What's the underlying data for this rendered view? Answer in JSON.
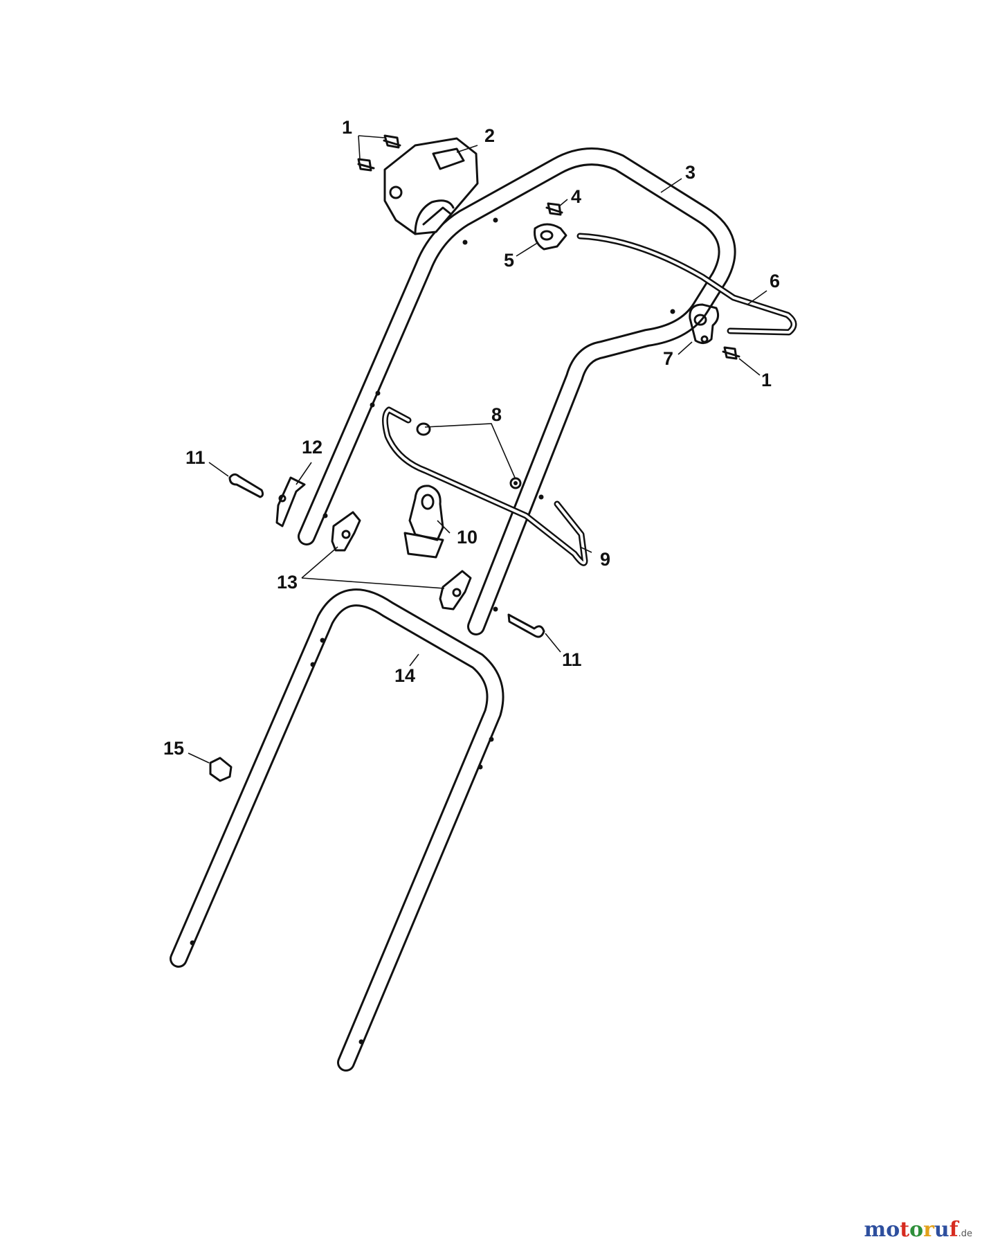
{
  "callouts": {
    "c1a": "1",
    "c1b": "1",
    "c2": "2",
    "c3": "3",
    "c4": "4",
    "c5": "5",
    "c6": "6",
    "c7": "7",
    "c8": "8",
    "c9": "9",
    "c10": "10",
    "c11a": "11",
    "c11b": "11",
    "c12": "12",
    "c13": "13",
    "c14": "14",
    "c15": "15"
  },
  "watermark": {
    "letters": [
      "m",
      "o",
      "t",
      "o",
      "r",
      "u",
      "f"
    ],
    "colors": [
      "#2e4f9e",
      "#2e4f9e",
      "#d62b1f",
      "#2e8f3a",
      "#e2a11b",
      "#2e4f9e",
      "#d62b1f"
    ],
    "suffix": ".de"
  }
}
